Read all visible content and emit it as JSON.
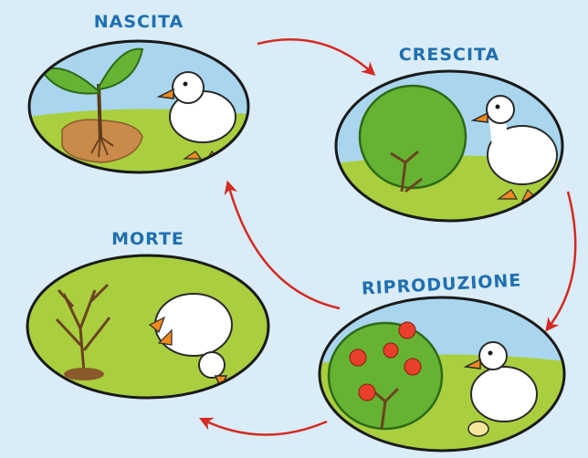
{
  "diagram": {
    "stages": [
      {
        "id": "birth",
        "label": "NASCITA"
      },
      {
        "id": "growth",
        "label": "CRESCITA"
      },
      {
        "id": "reproduction",
        "label": "RIPRODUZIONE"
      },
      {
        "id": "death",
        "label": "MORTE"
      }
    ],
    "cycle_order": [
      "NASCITA",
      "CRESCITA",
      "RIPRODUZIONE",
      "MORTE"
    ]
  },
  "colors": {
    "background": "#d9ecf7",
    "label": "#1f6fb0",
    "arrow": "#d42a22",
    "sky": "#a9d6ee",
    "grass": "#a9cf3f",
    "foliage": "#66b233",
    "flower": "#e8402b",
    "duck_body": "#ffffff",
    "duck_beak": "#f08a1e",
    "soil": "#c98a4a"
  },
  "icons": [
    "seedling-icon",
    "duck-icon",
    "bush-icon",
    "flowering-bush-icon",
    "egg-icon",
    "dead-shrub-icon",
    "dead-duck-icon"
  ]
}
